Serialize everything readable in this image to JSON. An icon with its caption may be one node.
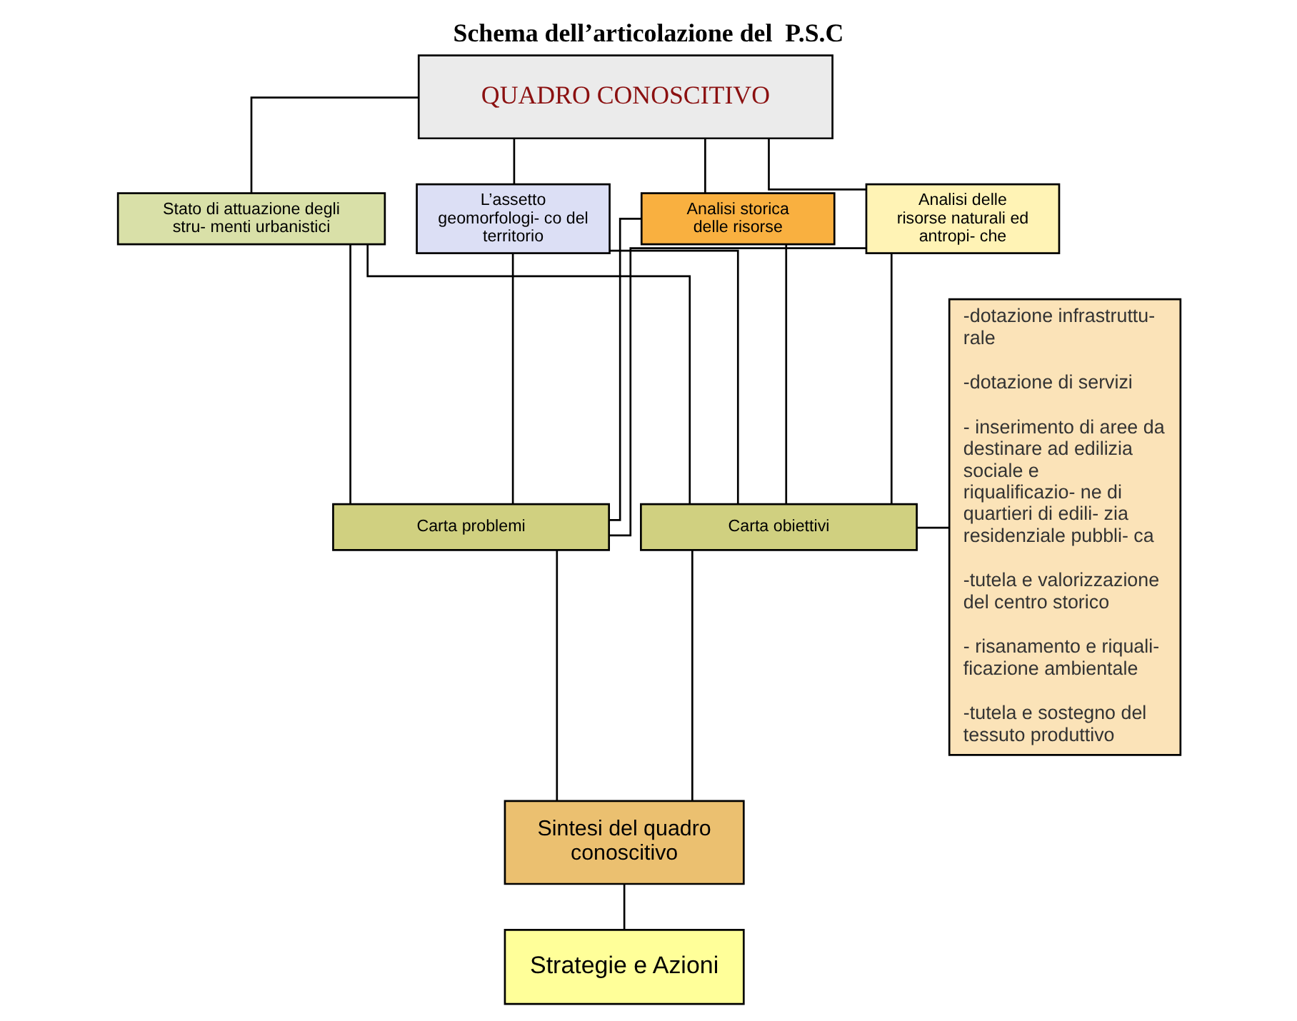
{
  "diagram": {
    "title": "Schema dell’articolazione del  P.S.C",
    "nodes": [
      {
        "text": [
          "QUADRO CONOSCITIVO"
        ]
      },
      {
        "text": [
          "Analisi storica delle risorse"
        ]
      },
      {
        "text": [
          "Analisi delle risorse naturali ed antropi- che"
        ]
      },
      {
        "text": [
          "Stato di attuazione degli stru- menti urbanistici"
        ]
      },
      {
        "text": [
          "L’assetto geomorfologi- co del territorio"
        ]
      },
      {
        "text": [
          "Carta problemi"
        ]
      },
      {
        "text": [
          "Carta obiettivi"
        ]
      },
      {
        "text": [
          "-dotazione infrastruttu- rale",
          "-dotazione di servizi",
          "- inserimento di aree da destinare ad edilizia sociale e riqualificazio- ne di quartieri di edili- zia residenziale pubbli- ca",
          "-tutela e valorizzazione del centro storico",
          "- risanamento e riquali- ficazione ambientale",
          "-tutela e sostegno del tessuto produttivo"
        ]
      },
      {
        "text": [
          "Sintesi del quadro conoscitivo"
        ]
      },
      {
        "text": [
          "Strategie e Azioni"
        ]
      }
    ],
    "edges": [
      {
        "from": 0,
        "to": 1,
        "arrow": "none"
      },
      {
        "from": 0,
        "to": 2,
        "arrow": "none"
      },
      {
        "from": 0,
        "to": 3,
        "arrow": "none"
      },
      {
        "from": 0,
        "to": 4,
        "arrow": "none"
      },
      {
        "from": 1,
        "to": 5,
        "arrow": "none"
      },
      {
        "from": 2,
        "to": 5,
        "arrow": "none"
      },
      {
        "from": 3,
        "to": 5,
        "arrow": "none"
      },
      {
        "from": 4,
        "to": 5,
        "arrow": "none"
      },
      {
        "from": 1,
        "to": 6,
        "arrow": "none"
      },
      {
        "from": 2,
        "to": 6,
        "arrow": "none"
      },
      {
        "from": 3,
        "to": 6,
        "arrow": "none"
      },
      {
        "from": 4,
        "to": 6,
        "arrow": "none"
      },
      {
        "from": 6,
        "to": 7,
        "arrow": "none"
      },
      {
        "from": 5,
        "to": 8,
        "arrow": "none"
      },
      {
        "from": 6,
        "to": 8,
        "arrow": "none"
      },
      {
        "from": 8,
        "to": 9,
        "arrow": "none"
      }
    ]
  }
}
